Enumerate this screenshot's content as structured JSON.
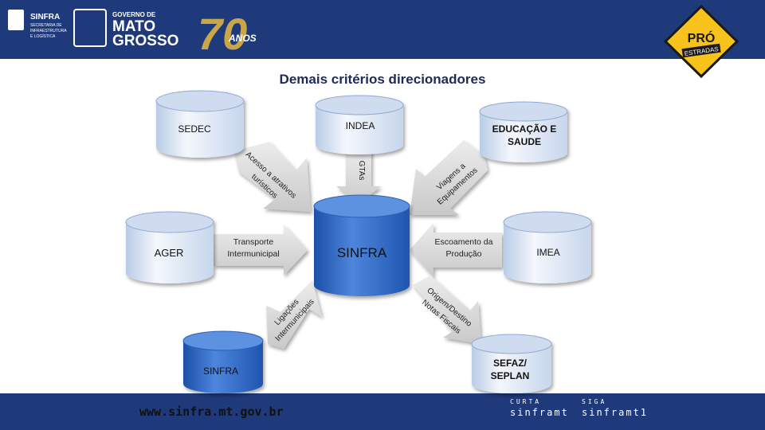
{
  "header": {
    "sinfra_logo": {
      "name": "SINFRA",
      "line1": "SECRETARIA DE",
      "line2": "INFRAESTRUTURA",
      "line3": "E LOGÍSTICA"
    },
    "gov_logo": {
      "line1": "GOVERNO DE",
      "line2": "MATO",
      "line3": "GROSSO"
    },
    "anniversary_logo": {
      "number": "70",
      "word": "ANOS"
    },
    "pro_estradas_logo": {
      "line1": "PRÓ",
      "line2": "ESTRADAS"
    }
  },
  "title": "Demais critérios direcionadores",
  "nodes": {
    "sedec": "SEDEC",
    "indea": "INDEA",
    "educacao_l1": "EDUCAÇÃO E",
    "educacao_l2": "SAUDE",
    "ager": "AGER",
    "sinfra_center": "SINFRA",
    "imea": "IMEA",
    "sinfra_bottom": "SINFRA",
    "sefaz_l1": "SEFAZ/",
    "sefaz_l2": "SEPLAN"
  },
  "arrows": {
    "acesso_l1": "Acesso a atrativos",
    "acesso_l2": "turísticos",
    "gtas": "GTAs",
    "viagens_l1": "Viagens a",
    "viagens_l2": "Equipamentos",
    "transporte_l1": "Transporte",
    "transporte_l2": "Intermunicipal",
    "escoamento_l1": "Escoamento da",
    "escoamento_l2": "Produção",
    "ligacoes_l1": "Ligações",
    "ligacoes_l2": "Intermunicipais",
    "origem_l1": "Origem/Destino",
    "origem_l2": "Notas Fiscais"
  },
  "footer": {
    "url": "www.sinfra.mt.gov.br",
    "curta_label": "CURTA",
    "curta_handle": "sinframt",
    "siga_label": "SIGA",
    "siga_handle": "sinframt1"
  },
  "colors": {
    "header_bg": "#1f3a7a",
    "cylinder_blue": "#3a74cf",
    "cylinder_light": "#dde8f5",
    "arrow_gray": "#d8d8d8",
    "sign_yellow": "#f6c21b"
  }
}
